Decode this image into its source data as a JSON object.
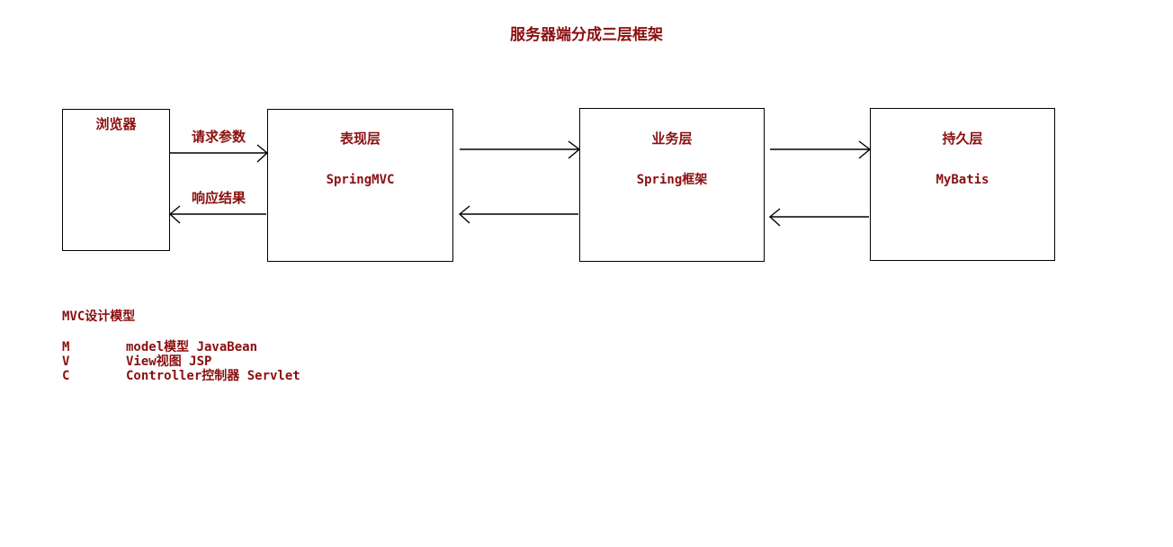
{
  "diagram": {
    "title": "服务器端分成三层框架",
    "accent_color": "#8b0f0f",
    "line_color": "#000000",
    "background": "#ffffff",
    "boxes": [
      {
        "id": "browser",
        "title": "浏览器",
        "subtitle": ""
      },
      {
        "id": "presentation",
        "title": "表现层",
        "subtitle": "SpringMVC"
      },
      {
        "id": "business",
        "title": "业务层",
        "subtitle": "Spring框架"
      },
      {
        "id": "persistence",
        "title": "持久层",
        "subtitle": "MyBatis"
      }
    ],
    "arrow_labels": {
      "request": "请求参数",
      "response": "响应结果"
    },
    "legend": {
      "heading": "MVC设计模型",
      "rows": [
        {
          "key": "M",
          "value": "model模型 JavaBean"
        },
        {
          "key": "V",
          "value": "View视图 JSP"
        },
        {
          "key": "C",
          "value": "Controller控制器 Servlet"
        }
      ]
    }
  }
}
